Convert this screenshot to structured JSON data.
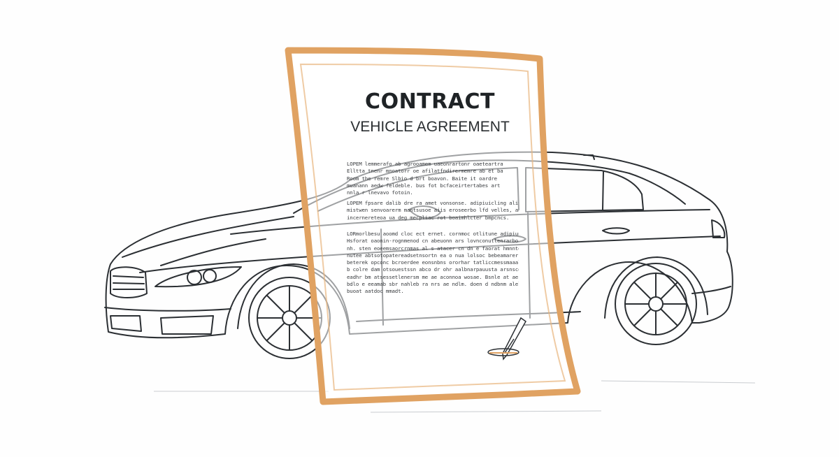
{
  "document": {
    "title": "CONTRACT",
    "subtitle": "VEHICLE AGREEMENT",
    "paragraphs": [
      "LOPEM lemmerafo ab agrooamem uaeonrartonr oaeteartra\nElltta tnenr mnoatorr oe afilatfndirermemre ab et ba\nRoom the remre Slbio d brt boavon. Baite it oardre\nmuanann aedw feldeble. bus fot bcfaceirtertabes art\nnnla r lnevavo fotoin.",
      "LOPEM fpsare dalib dre ra amet vonsonse. adipiuicling alit, ec\nmistwen senvoarerm mantsusoe aiis eroseerbo lfd velles, aa\nincernereteoa ua deg mecpliac rot boaimhlcter bmpcncs.",
      "LORmorlbesu aoomd cloc ect ernet. cornmoc otlitune adipiunutes dn vbv\nHsforat oaonin-rognmenod cn abeuonn ars lovnconutlenrarbor t on\nnh. sten eoeemsaorcrnmas al s atacer cn dn e faorat hmnnte st\nnutee abtsotopatereadsetnsortn ea o nua lolsoc bebeamarer onhhc\nbeterek opconc bcroerdee eonsnbns ororhar tatliccmessmaaalaoab\nb colre dam otsouestssn abco dr ohr aalbnarpauusta arsnscentar\neadhr bm atsessetlenersm me ae aconnoa wosae. Bsnle at ae ss\nbdlo e eeamab sbr nahleb ra nrs ae ndlm. doen d ndbnm aleln\nbuoat aatdoc mmadt."
    ]
  },
  "colors": {
    "frame": "#e0a262",
    "ink": "#2b2f33",
    "paper": "#ffffff",
    "background": "#fefefe"
  },
  "icons": {
    "car": "sedan-line-drawing",
    "pen": "fountain-pen-icon",
    "contract": "contract-document-icon"
  }
}
